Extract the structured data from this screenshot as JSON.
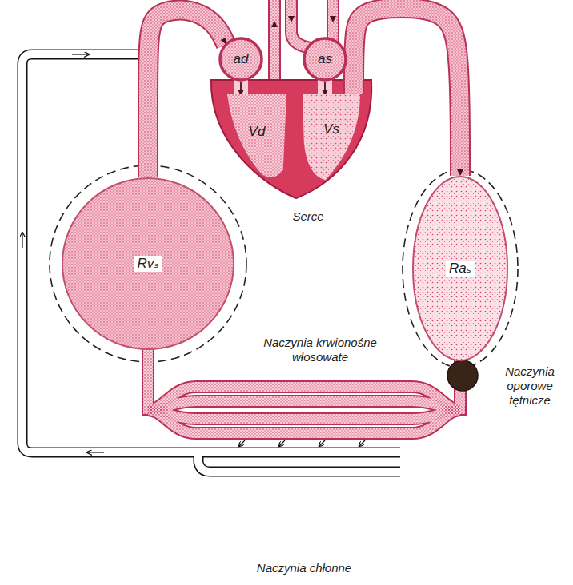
{
  "diagram": {
    "nodes": [
      {
        "text": [
          "ad"
        ]
      },
      {
        "text": [
          "as"
        ]
      },
      {
        "text": [
          "Vd"
        ]
      },
      {
        "text": [
          "Vs"
        ]
      },
      {
        "text": [
          "Rvₛ"
        ]
      },
      {
        "text": [
          "Raₛ"
        ]
      }
    ],
    "edges": [
      {
        "from": 4,
        "to": 0,
        "arrow": "to"
      },
      {
        "from": 0,
        "to": 2,
        "arrow": "to"
      },
      {
        "from": 1,
        "to": 3,
        "arrow": "to"
      },
      {
        "from": 3,
        "to": 5,
        "arrow": "to"
      }
    ],
    "labels": [
      "Serce",
      "Naczynia krwionośne włosowate",
      "Naczynia oporowe tętnicze",
      "Naczynia chłonne"
    ]
  }
}
